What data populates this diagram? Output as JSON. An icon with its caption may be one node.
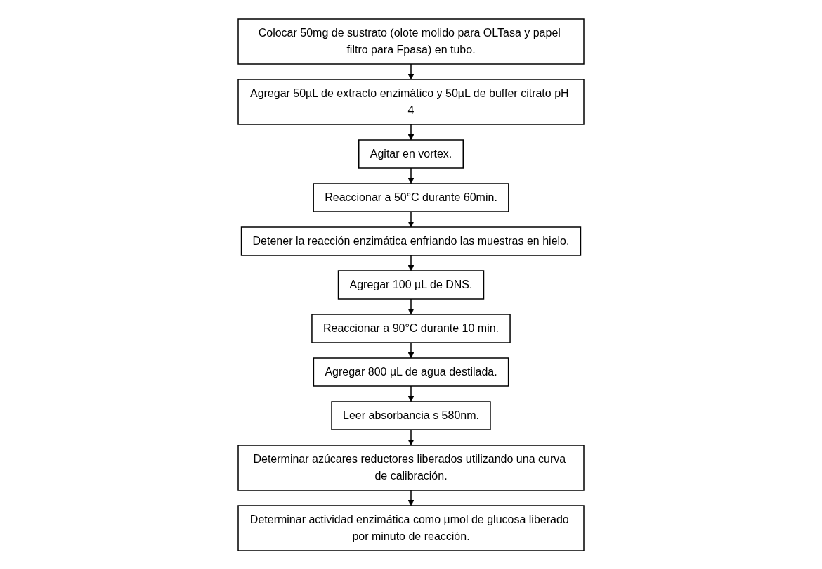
{
  "diagram": {
    "nodes": [
      {
        "text": [
          "Colocar 50mg de sustrato (olote molido para OLTasa y papel filtro para Fpasa) en tubo."
        ]
      },
      {
        "text": [
          "Agregar 50µL de extracto enzimático y 50µL de buffer citrato pH 4"
        ]
      },
      {
        "text": [
          "Agitar en vortex."
        ]
      },
      {
        "text": [
          "Reaccionar a 50°C durante 60min."
        ]
      },
      {
        "text": [
          "Detener la reacción enzimática enfriando las muestras en hielo."
        ]
      },
      {
        "text": [
          "Agregar 100 µL de DNS."
        ]
      },
      {
        "text": [
          "Reaccionar a 90°C durante 10 min."
        ]
      },
      {
        "text": [
          "Agregar 800 µL de agua destilada."
        ]
      },
      {
        "text": [
          "Leer absorbancia s 580nm."
        ]
      },
      {
        "text": [
          "Determinar azúcares reductores liberados utilizando una curva de calibración."
        ]
      },
      {
        "text": [
          "Determinar actividad enzimática como µmol de glucosa liberado por minuto de reacción."
        ]
      }
    ],
    "edges": [
      {
        "from": 0,
        "to": 1,
        "arrow": "to"
      },
      {
        "from": 1,
        "to": 2,
        "arrow": "to"
      },
      {
        "from": 2,
        "to": 3,
        "arrow": "to"
      },
      {
        "from": 3,
        "to": 4,
        "arrow": "to"
      },
      {
        "from": 4,
        "to": 5,
        "arrow": "to"
      },
      {
        "from": 5,
        "to": 6,
        "arrow": "to"
      },
      {
        "from": 6,
        "to": 7,
        "arrow": "to"
      },
      {
        "from": 7,
        "to": 8,
        "arrow": "to"
      },
      {
        "from": 8,
        "to": 9,
        "arrow": "to"
      },
      {
        "from": 9,
        "to": 10,
        "arrow": "to"
      }
    ]
  }
}
